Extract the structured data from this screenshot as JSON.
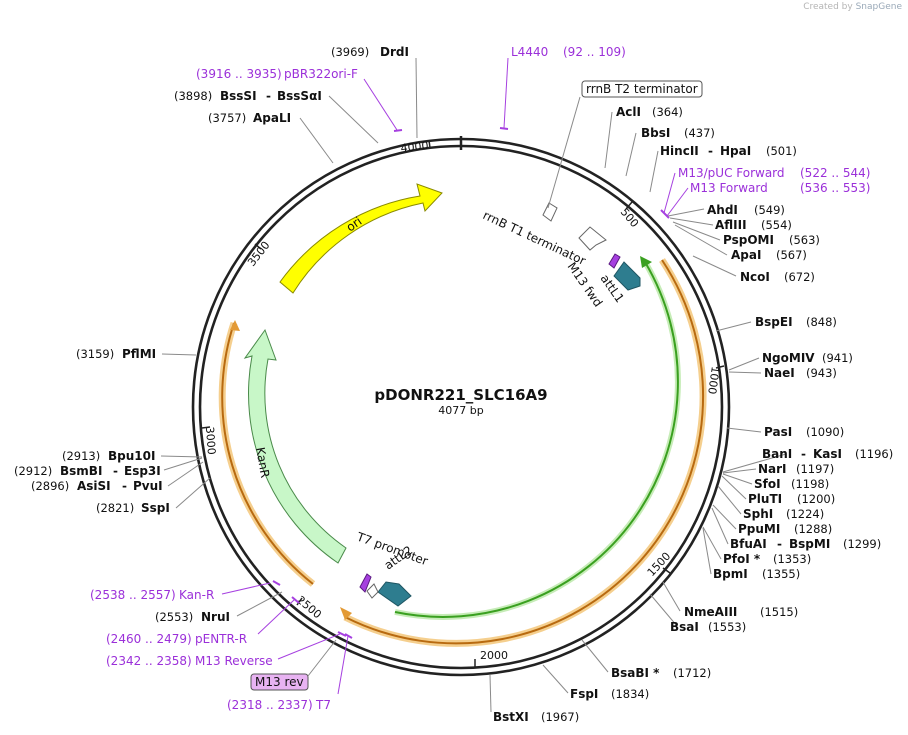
{
  "watermark": {
    "prefix": "Created by",
    "brand": "SnapGene"
  },
  "plasmid": {
    "name": "pDONR221_SLC16A9",
    "length_label": "4077 bp",
    "length": 4077
  },
  "ticks": [
    "500",
    "1000",
    "1500",
    "2000",
    "2500",
    "3000",
    "3500",
    "4000"
  ],
  "enzymes": [
    {
      "name": "AclI",
      "pos": "(364)"
    },
    {
      "name": "BbsI",
      "pos": "(437)"
    },
    {
      "name": "HincII",
      "name2": "HpaI",
      "pos": "(501)"
    },
    {
      "name": "AhdI",
      "pos": "(549)"
    },
    {
      "name": "AflIII",
      "pos": "(554)"
    },
    {
      "name": "PspOMI",
      "pos": "(563)"
    },
    {
      "name": "ApaI",
      "pos": "(567)"
    },
    {
      "name": "NcoI",
      "pos": "(672)"
    },
    {
      "name": "BspEI",
      "pos": "(848)"
    },
    {
      "name": "NgoMIV",
      "pos": "(941)"
    },
    {
      "name": "NaeI",
      "pos": "(943)"
    },
    {
      "name": "PasI",
      "pos": "(1090)"
    },
    {
      "name": "BanI",
      "name2": "KasI",
      "pos": "(1196)"
    },
    {
      "name": "NarI",
      "pos": "(1197)"
    },
    {
      "name": "SfoI",
      "pos": "(1198)"
    },
    {
      "name": "PluTI",
      "pos": "(1200)"
    },
    {
      "name": "SphI",
      "pos": "(1224)"
    },
    {
      "name": "PpuMI",
      "pos": "(1288)"
    },
    {
      "name": "BfuAI",
      "name2": "BspMI",
      "pos": "(1299)"
    },
    {
      "name": "PfoI *",
      "pos": "(1353)"
    },
    {
      "name": "BpmI",
      "pos": "(1355)"
    },
    {
      "name": "NmeAIII",
      "pos": "(1515)"
    },
    {
      "name": "BsaI",
      "pos": "(1553)"
    },
    {
      "name": "BsaBI *",
      "pos": "(1712)"
    },
    {
      "name": "FspI",
      "pos": "(1834)"
    },
    {
      "name": "BstXI",
      "pos": "(1967)"
    },
    {
      "name": "NruI",
      "pos": "(2553)"
    },
    {
      "name": "SspI",
      "pos": "(2821)"
    },
    {
      "name": "AsiSI",
      "name2": "PvuI",
      "pos": "(2896)"
    },
    {
      "name": "BsmBI",
      "name2": "Esp3I",
      "pos": "(2912)"
    },
    {
      "name": "Bpu10I",
      "pos": "(2913)"
    },
    {
      "name": "PflMI",
      "pos": "(3159)"
    },
    {
      "name": "ApaLI",
      "pos": "(3757)"
    },
    {
      "name": "BssSI",
      "name2": "BssSαI",
      "pos": "(3898)"
    },
    {
      "name": "DrdI",
      "pos": "(3969)"
    }
  ],
  "primers": [
    {
      "name": "L4440",
      "range": "(92 .. 109)"
    },
    {
      "name": "pBR322ori-F",
      "range": "(3916 .. 3935)"
    },
    {
      "name": "M13/pUC Forward",
      "range": "(522 .. 544)"
    },
    {
      "name": "M13 Forward",
      "range": "(536 .. 553)"
    },
    {
      "name": "Kan-R",
      "range": "(2538 .. 2557)"
    },
    {
      "name": "pENTR-R",
      "range": "(2460 .. 2479)"
    },
    {
      "name": "M13 Reverse",
      "range": "(2342 .. 2358)"
    },
    {
      "name": "T7",
      "range": "(2318 .. 2337)"
    }
  ],
  "features": {
    "ori": "ori",
    "kanr": "KanR",
    "rrnb_t1": "rrnB T1 terminator",
    "rrnb_t2": "rrnB T2 terminator",
    "m13_fwd": "M13 fwd",
    "attl1": "attL1",
    "t7_promoter": "T7 promoter",
    "attl2": "attL2",
    "m13_rev": "M13 rev"
  },
  "colors": {
    "backbone": "#222222",
    "ori": "#ffff00",
    "kanr": "#c8f7c8",
    "att": "#2e7d8f",
    "primer": "#a640e0",
    "orange_arc": "#e39a35",
    "green_arc": "#3aa020"
  }
}
